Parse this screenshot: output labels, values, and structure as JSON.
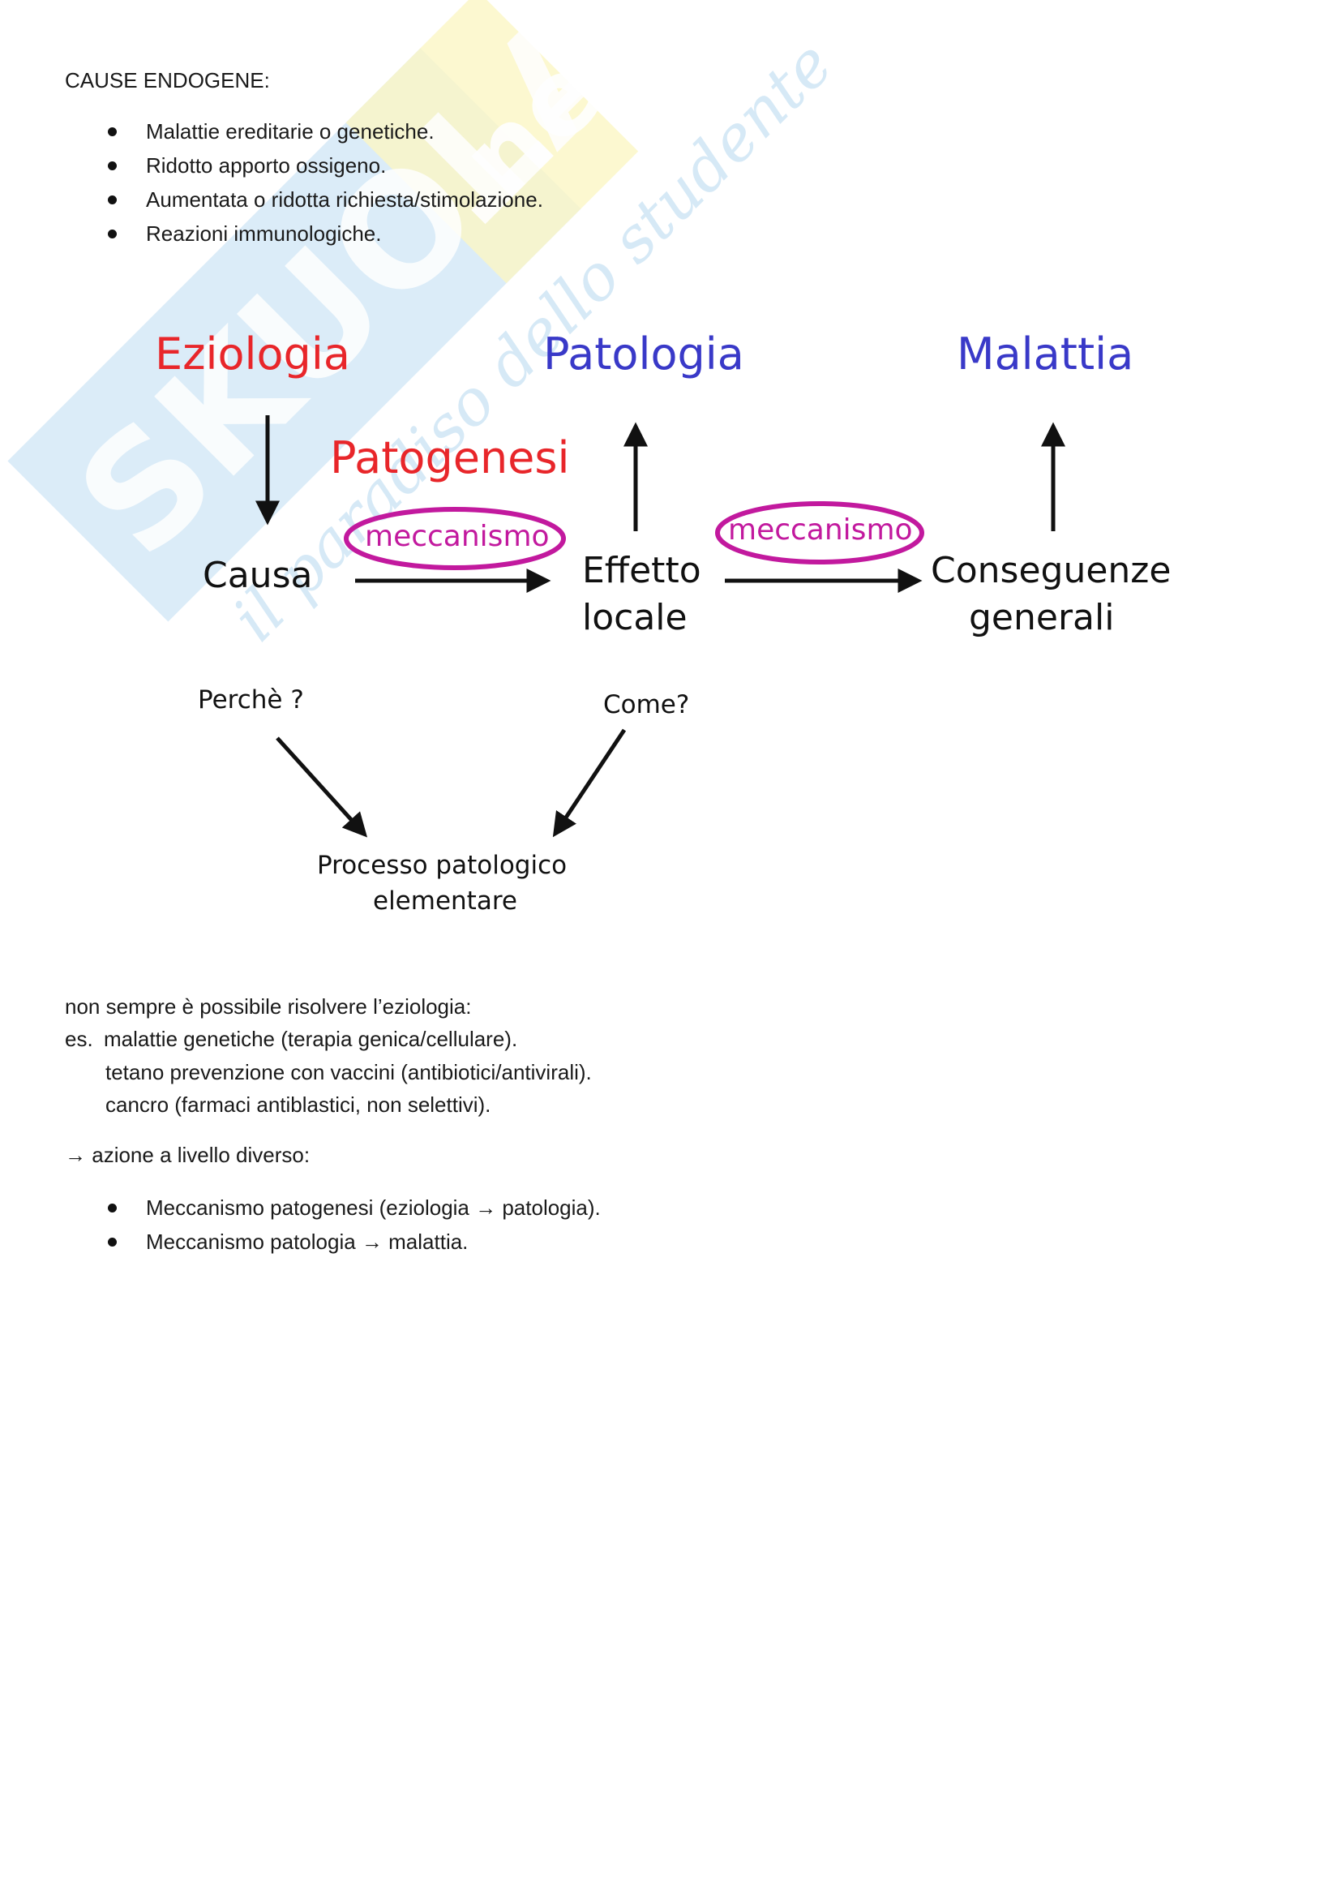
{
  "watermark": {
    "brand": "SKUOLA",
    "brand_suffix": ".net",
    "tagline": "il paradiso dello studente",
    "colors": {
      "blue": "#bcdcf0",
      "yellow": "#fbf5b8"
    }
  },
  "section_title": "CAUSE ENDOGENE:",
  "causes": [
    "Malattie ereditarie o genetiche.",
    "Ridotto apporto ossigeno.",
    "Aumentata o ridotta richiesta/stimolazione.",
    "Reazioni immunologiche."
  ],
  "diagram": {
    "colors": {
      "red": "#e8262a",
      "blue": "#3939c8",
      "magenta": "#c2199e",
      "arrow": "#111111"
    },
    "headers": {
      "etiology": "Eziologia",
      "pathology": "Patologia",
      "disease": "Malattia"
    },
    "pathogenesis": "Patogenesi",
    "mechanism_label": "meccanismo",
    "nodes": {
      "cause": "Causa",
      "local_effect_line1": "Effetto",
      "local_effect_line2": "locale",
      "general_consequences_line1": "Conseguenze",
      "general_consequences_line2": "generali"
    },
    "questions": {
      "why": "Perchè ?",
      "how": "Come?"
    },
    "process": {
      "line1": "Processo patologico",
      "line2": "elementare"
    }
  },
  "notes": {
    "intro": "non sempre è possibile risolvere l’eziologia:",
    "examples_prefix": "es.",
    "examples": [
      "malattie genetiche (terapia genica/cellulare).",
      "tetano prevenzione con vaccini (antibiotici/antivirali).",
      "cancro (farmaci antiblastici, non selettivi)."
    ],
    "action_arrow": "→",
    "action": "azione a livello diverso:",
    "mechanisms": [
      "Meccanismo patogenesi (eziologia → patologia).",
      "Meccanismo patologia → malattia."
    ]
  }
}
